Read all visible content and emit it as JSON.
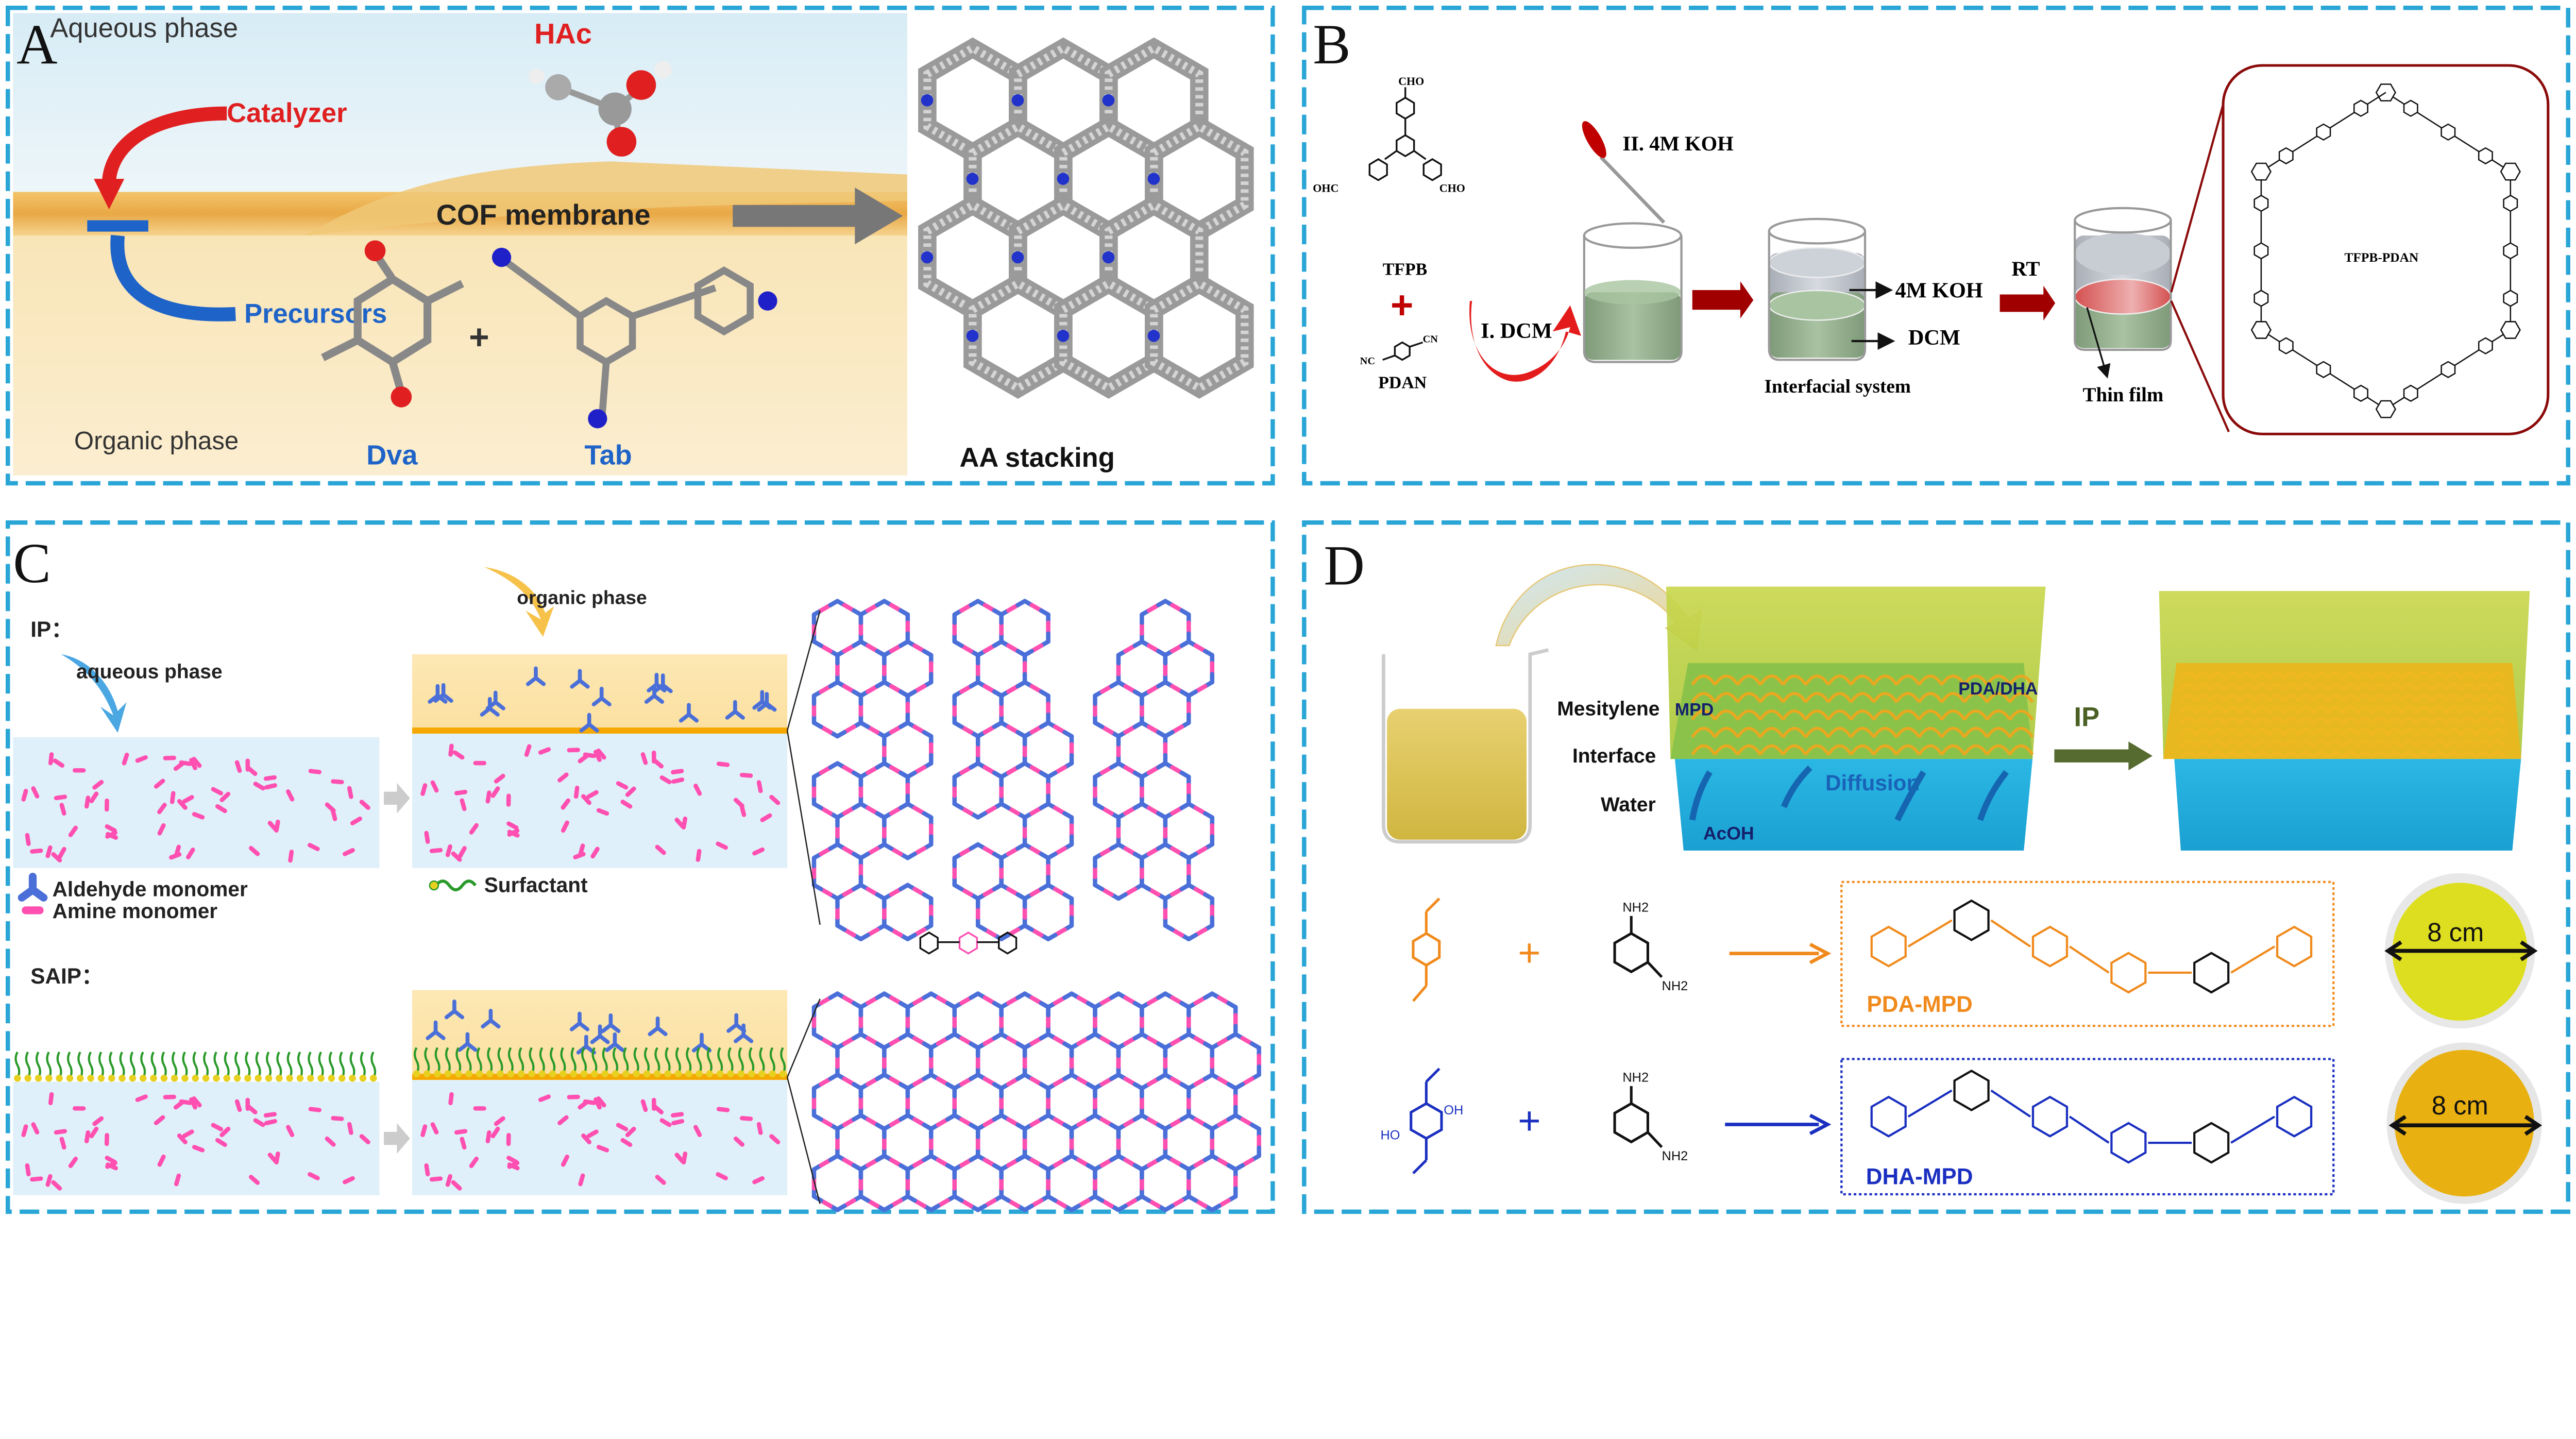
{
  "panels": {
    "a": {
      "label": "A",
      "aqueous_phase": "Aqueous phase",
      "hac": "HAc",
      "catalyzer": "Catalyzer",
      "cof_membrane": "COF membrane",
      "precursors": "Precursors",
      "organic_phase": "Organic phase",
      "dva": "Dva",
      "plus": "+",
      "tab": "Tab",
      "aa_stacking": "AA stacking"
    },
    "b": {
      "label": "B",
      "cho": "CHO",
      "ohc": "OHC",
      "tfpb": "TFPB",
      "plus": "+",
      "cn": "CN",
      "nc": "NC",
      "pdan": "PDAN",
      "step1": "I. DCM",
      "step2": "II. 4M KOH",
      "koh": "4M KOH",
      "dcm": "DCM",
      "interfacial": "Interfacial system",
      "rt": "RT",
      "thin_film": "Thin film",
      "product": "TFPB-PDAN"
    },
    "c": {
      "label": "C",
      "ip": "IP：",
      "aqueous_phase": "aqueous phase",
      "organic_phase": "organic phase",
      "aldehyde": "Aldehyde monomer",
      "amine": "Amine monomer",
      "surfactant": "Surfactant",
      "saip": "SAIP："
    },
    "d": {
      "label": "D",
      "mesitylene": "Mesitylene",
      "mpd": "MPD",
      "pda_dha": "PDA/DHA",
      "interface": "Interface",
      "water": "Water",
      "diffusion": "Diffusion",
      "acoh": "AcOH",
      "ip": "IP",
      "plus": "+",
      "nh2": "NH2",
      "oh": "OH",
      "ho": "HO",
      "pda_mpd": "PDA-MPD",
      "dha_mpd": "DHA-MPD",
      "size_1": "8 cm",
      "size_2": "8 cm"
    }
  },
  "colors": {
    "frame": "#2aa6d6",
    "red_label": "#e02020",
    "blue_label": "#1e63c8",
    "dark_red": "#8b0b0b",
    "aldehyde": "#4a6fd8",
    "amine": "#ff4fb0",
    "orange": "#f08a1c",
    "navy": "#1a2fc0"
  }
}
